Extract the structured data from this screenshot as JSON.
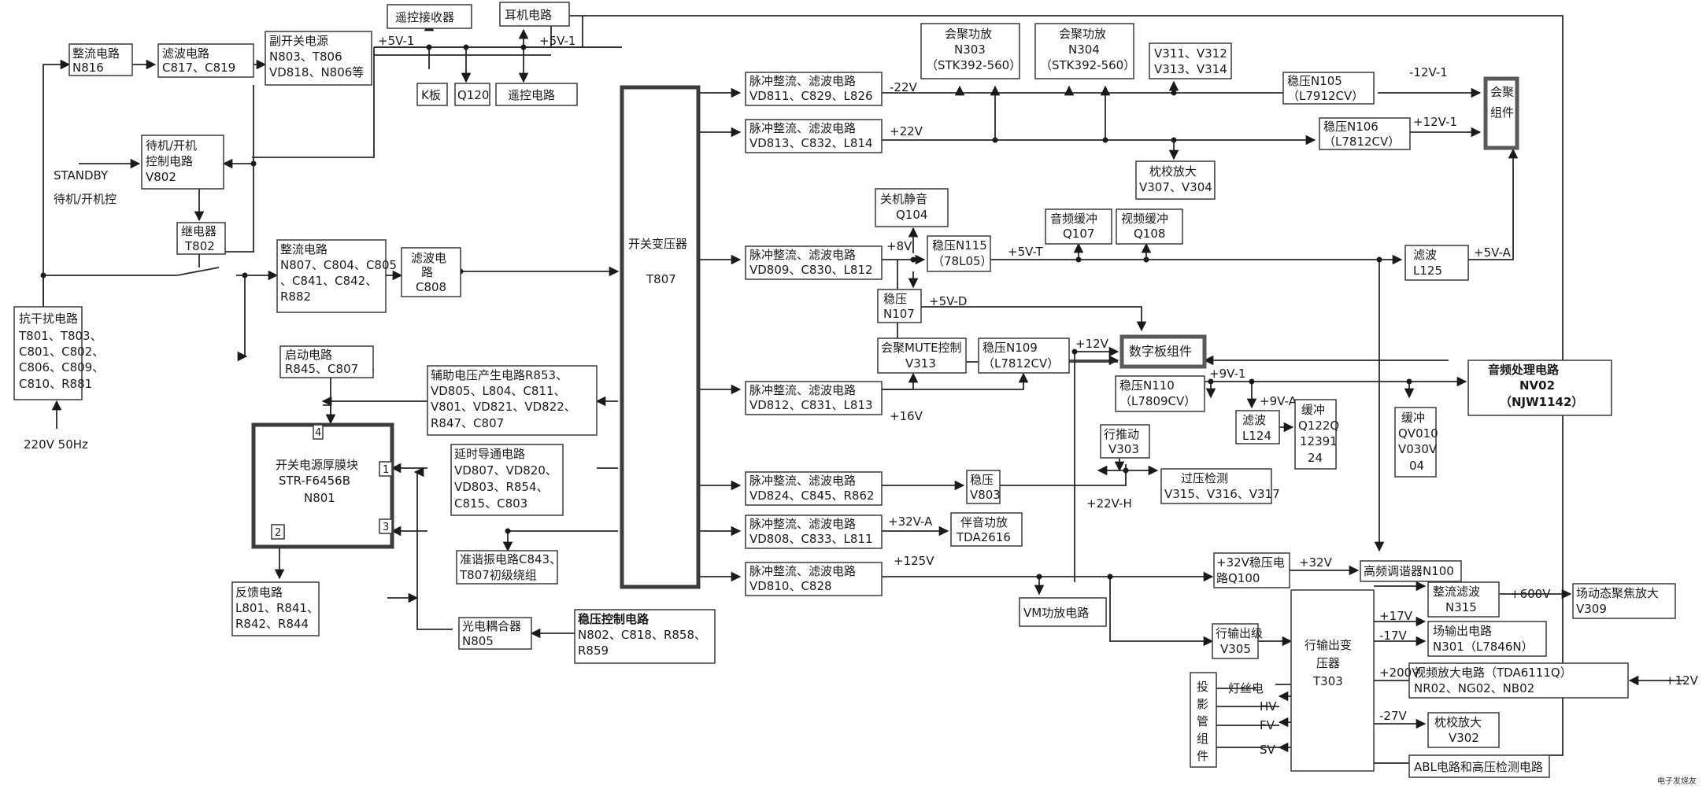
{
  "diagram": {
    "blocks": {
      "surge": [
        "抗干扰电路",
        "T801、T803、",
        "C801、C802、",
        "C806、C809、",
        "C810、R881"
      ],
      "mains": "220V 50Hz",
      "rect1": [
        "整流电路",
        "N816"
      ],
      "filt1": [
        "滤波电路",
        "C817、C819"
      ],
      "subsmps": [
        "副开关电源",
        "N803、T806",
        "VD818、N806等"
      ],
      "ir_rx": "遥控接收器",
      "headphone": "耳机电路",
      "kboard": "K板",
      "q120": "Q120",
      "remote": "遥控电路",
      "standby": [
        "待机/开机",
        "控制电路",
        "V802"
      ],
      "standby_in": [
        "STANDBY",
        "待机/开机控"
      ],
      "relay": [
        "继电器",
        "T802"
      ],
      "rect2": [
        "整流电路",
        "N807、C804、C805",
        "、C841、C842、",
        "R882"
      ],
      "filt2": [
        "滤波电",
        "路",
        "C808"
      ],
      "start": [
        "启动电路",
        "R845、C807"
      ],
      "module": [
        "开关电源厚膜块",
        "STR-F6456B",
        "N801"
      ],
      "aux": [
        "辅助电压产生电路R853、",
        "VD805、L804、C811、",
        "V801、VD821、VD822、",
        "R847、C807"
      ],
      "delay": [
        "延时导通电路",
        "VD807、VD820、",
        "VD803、R854、",
        "C815、C803"
      ],
      "quasi": [
        "准谐振电路C843、",
        "T807初级绕组"
      ],
      "feedback": [
        "反馈电路",
        "L801、R841、",
        "R842、R844"
      ],
      "opto": [
        "光电耦合器",
        "N805"
      ],
      "regctl": [
        "稳压控制电路",
        "N802、C818、R858、",
        "R859"
      ],
      "xfmr": [
        "开关变压器",
        "T807"
      ],
      "pr1": [
        "脉冲整流、滤波电路",
        "VD811、C829、L826"
      ],
      "pr2": [
        "脉冲整流、滤波电路",
        "VD813、C832、L814"
      ],
      "pr3": [
        "脉冲整流、滤波电路",
        "VD809、C830、L812"
      ],
      "pr4": [
        "脉冲整流、滤波电路",
        "VD812、C831、L813"
      ],
      "pr5": [
        "脉冲整流、滤波电路",
        "VD824、C845、R862"
      ],
      "pr6": [
        "脉冲整流、滤波电路",
        "VD808、C833、L811"
      ],
      "pr7": [
        "脉冲整流、滤波电路",
        "VD810、C828"
      ],
      "n303": [
        "会聚功放",
        "N303",
        "（STK392-560）"
      ],
      "n304": [
        "会聚功放",
        "N304",
        "（STK392-560）"
      ],
      "v311": [
        "V311、V312",
        "V313、V314"
      ],
      "n105": [
        "稳压N105",
        "（L7912CV）"
      ],
      "n106": [
        "稳压N106",
        "（L7812CV）"
      ],
      "conv": [
        "会聚",
        "组件"
      ],
      "pin_amp": [
        "枕校放大",
        "V307、V304"
      ],
      "mute_off": [
        "关机静音",
        "Q104"
      ],
      "n115": [
        "稳压N115",
        "（78L05）"
      ],
      "q107": [
        "音频缓冲",
        "Q107"
      ],
      "q108": [
        "视频缓冲",
        "Q108"
      ],
      "l125": [
        "滤波",
        "L125"
      ],
      "n107": [
        "稳压",
        "N107"
      ],
      "mute_ctl": [
        "会聚MUTE控制",
        "V313"
      ],
      "n109": [
        "稳压N109",
        "（L7812CV）"
      ],
      "digital": "数字板组件",
      "audio_proc": [
        "音频处理电路",
        "NV02",
        "（NJW1142）"
      ],
      "n110": [
        "稳压N110",
        "（L7809CV）"
      ],
      "buf1": [
        "缓冲",
        "QV010",
        "V030V",
        "04"
      ],
      "l124": [
        "滤波",
        "L124"
      ],
      "buf2": [
        "缓冲",
        "Q122Q",
        "12391",
        "24"
      ],
      "drive": [
        "行推动",
        "V303"
      ],
      "ovp": [
        "过压检测",
        "V315、V316、V317"
      ],
      "v803": [
        "稳压",
        "V803"
      ],
      "tda2616": [
        "伴音功放",
        "TDA2616"
      ],
      "vm": "VM功放电路",
      "reg32": [
        "+32V稳压电",
        "路Q100"
      ],
      "tuner": "高频调谐器N100",
      "hout": [
        "行输出级",
        "V305"
      ],
      "fbt": [
        "行输出变",
        "压器",
        "T303"
      ],
      "crt": [
        "投",
        "影",
        "管",
        "组",
        "件"
      ],
      "crt_pins": [
        "灯丝电",
        "HV",
        "FV",
        "SV"
      ],
      "n315": [
        "整流滤波",
        "N315"
      ],
      "v309": [
        "场动态聚焦放大",
        "V309"
      ],
      "vout": [
        "场输出电路",
        "N301（L7846N）"
      ],
      "vamp": [
        "视频放大电路（TDA6111Q）",
        "NR02、NG02、NB02"
      ],
      "v302": [
        "枕校放大",
        "V302"
      ],
      "abl": "ABL电路和高压检测电路"
    },
    "pins": [
      "4",
      "1",
      "2",
      "3"
    ],
    "rails": {
      "p5v1a": "+5V-1",
      "p5v1b": "+5V-1",
      "m22v": "-22V",
      "p22v": "+22V",
      "m12v1": "-12V-1",
      "p12v1": "+12V-1",
      "p8v": "+8V",
      "p5vt": "+5V-T",
      "p5va": "+5V-A",
      "p5vd": "+5V-D",
      "p12v": "+12V",
      "p9v1": "+9V-1",
      "p9va": "+9V-A",
      "p16v": "+16V",
      "p22vh": "+22V-H",
      "p32va": "+32V-A",
      "p125v": "+125V",
      "p32v": "+32V",
      "p600v": "+600V",
      "p17v": "+17V",
      "m17v": "-17V",
      "p200v": "+200V",
      "m27v": "-27V",
      "p12v_in": "+12V"
    },
    "watermark": "电子发烧友"
  }
}
